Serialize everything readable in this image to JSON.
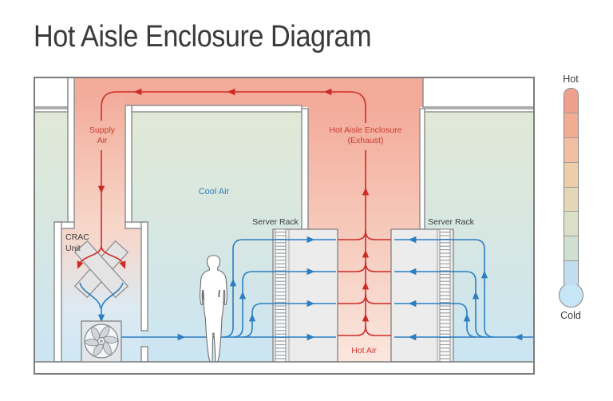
{
  "title": "Hot Aisle Enclosure Diagram",
  "diagram": {
    "supply_air_line1": "Supply",
    "supply_air_line2": "Air",
    "cool_air": "Cool Air",
    "enclosure_line1": "Hot Aisle Enclosure",
    "enclosure_line2": "(Exhaust)",
    "server_rack_left": "Server Rack",
    "server_rack_right": "Server Rack",
    "crac_line1": "CRAC",
    "crac_line2": "Unit",
    "hot_air": "Hot Air"
  },
  "legend": {
    "hot": "Hot",
    "cold": "Cold",
    "segments": [
      "#efa08d",
      "#f1ac93",
      "#f3bfa3",
      "#eeceaa",
      "#e4d7b8",
      "#dbdfc5",
      "#cfe0d3",
      "#c2deee"
    ],
    "bulb": "#c6e6f7"
  },
  "colors": {
    "hot_flow": "#cf2b26",
    "cool_flow": "#2b7ec3",
    "hot_label": "#cc3b33",
    "cool_label": "#2e7fc0",
    "text_dark": "#3b3b3b",
    "wall": "#8a8a8a",
    "hot_area_top": "#f4ab9a",
    "hot_area_bottom": "#fae6de",
    "cool_area_top": "#e1e9d6",
    "cool_area_bottom": "#cbe5f3"
  }
}
